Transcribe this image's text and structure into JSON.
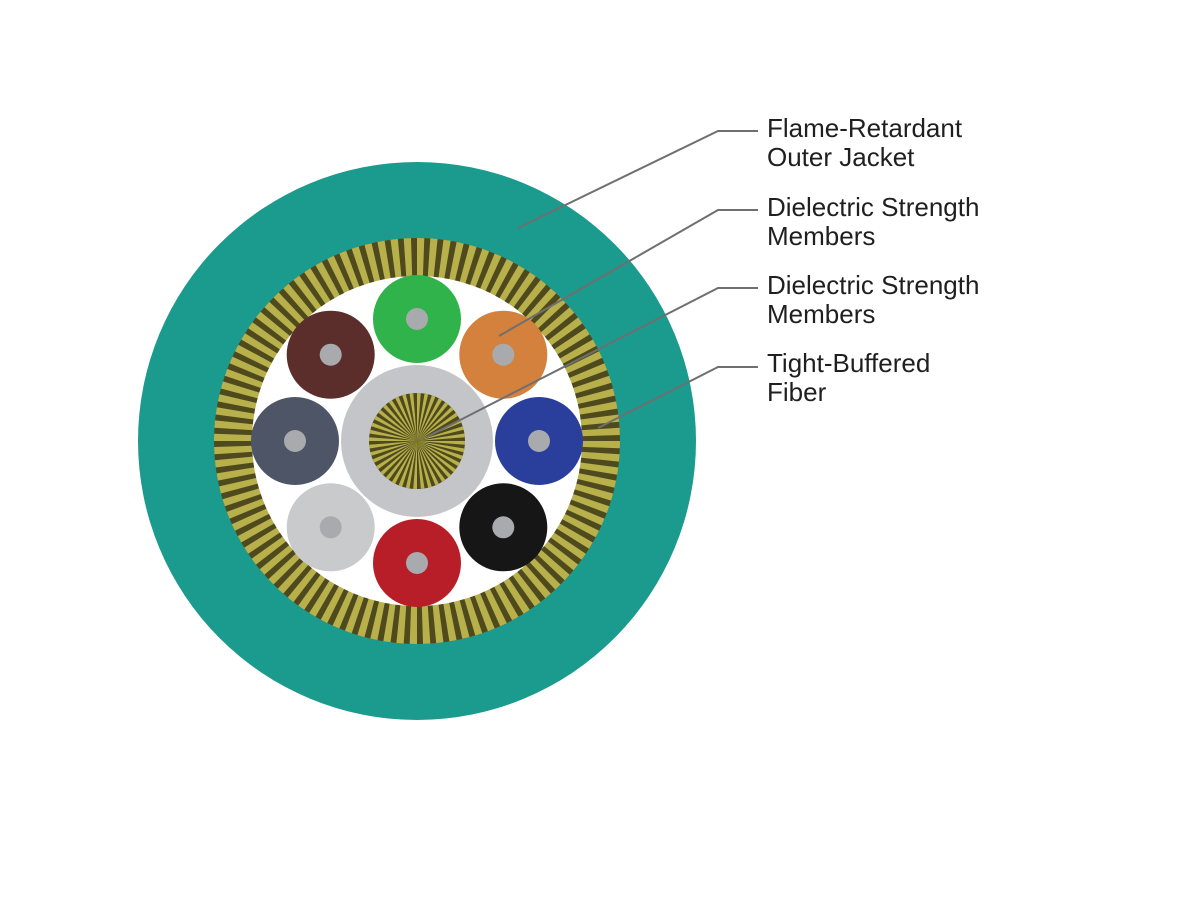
{
  "callouts": [
    {
      "id": "jacket",
      "lines": [
        "Flame-Retardant",
        "Outer Jacket"
      ]
    },
    {
      "id": "strength-outer",
      "lines": [
        "Dielectric Strength",
        "Members"
      ]
    },
    {
      "id": "strength-center",
      "lines": [
        "Dielectric Strength",
        "Members"
      ]
    },
    {
      "id": "fiber",
      "lines": [
        "Tight-Buffered",
        "Fiber"
      ]
    }
  ],
  "colors": {
    "jacket": "#1b9a8e",
    "yarn_light": "#b8b04a",
    "yarn_dark": "#4e4a1e",
    "inner_fill": "#ffffff",
    "central_tube": "#c4c5c9",
    "fiber_core": "#a9aaad",
    "leader_line": "#6f6f6f"
  },
  "fibers": [
    {
      "name": "green",
      "color": "#2fb34a"
    },
    {
      "name": "orange",
      "color": "#d4813d"
    },
    {
      "name": "blue",
      "color": "#2a3f9c"
    },
    {
      "name": "black",
      "color": "#161616"
    },
    {
      "name": "red",
      "color": "#b71e27"
    },
    {
      "name": "white",
      "color": "#c9cacc"
    },
    {
      "name": "slate",
      "color": "#4e5566"
    },
    {
      "name": "brown",
      "color": "#5c2e2b"
    }
  ]
}
